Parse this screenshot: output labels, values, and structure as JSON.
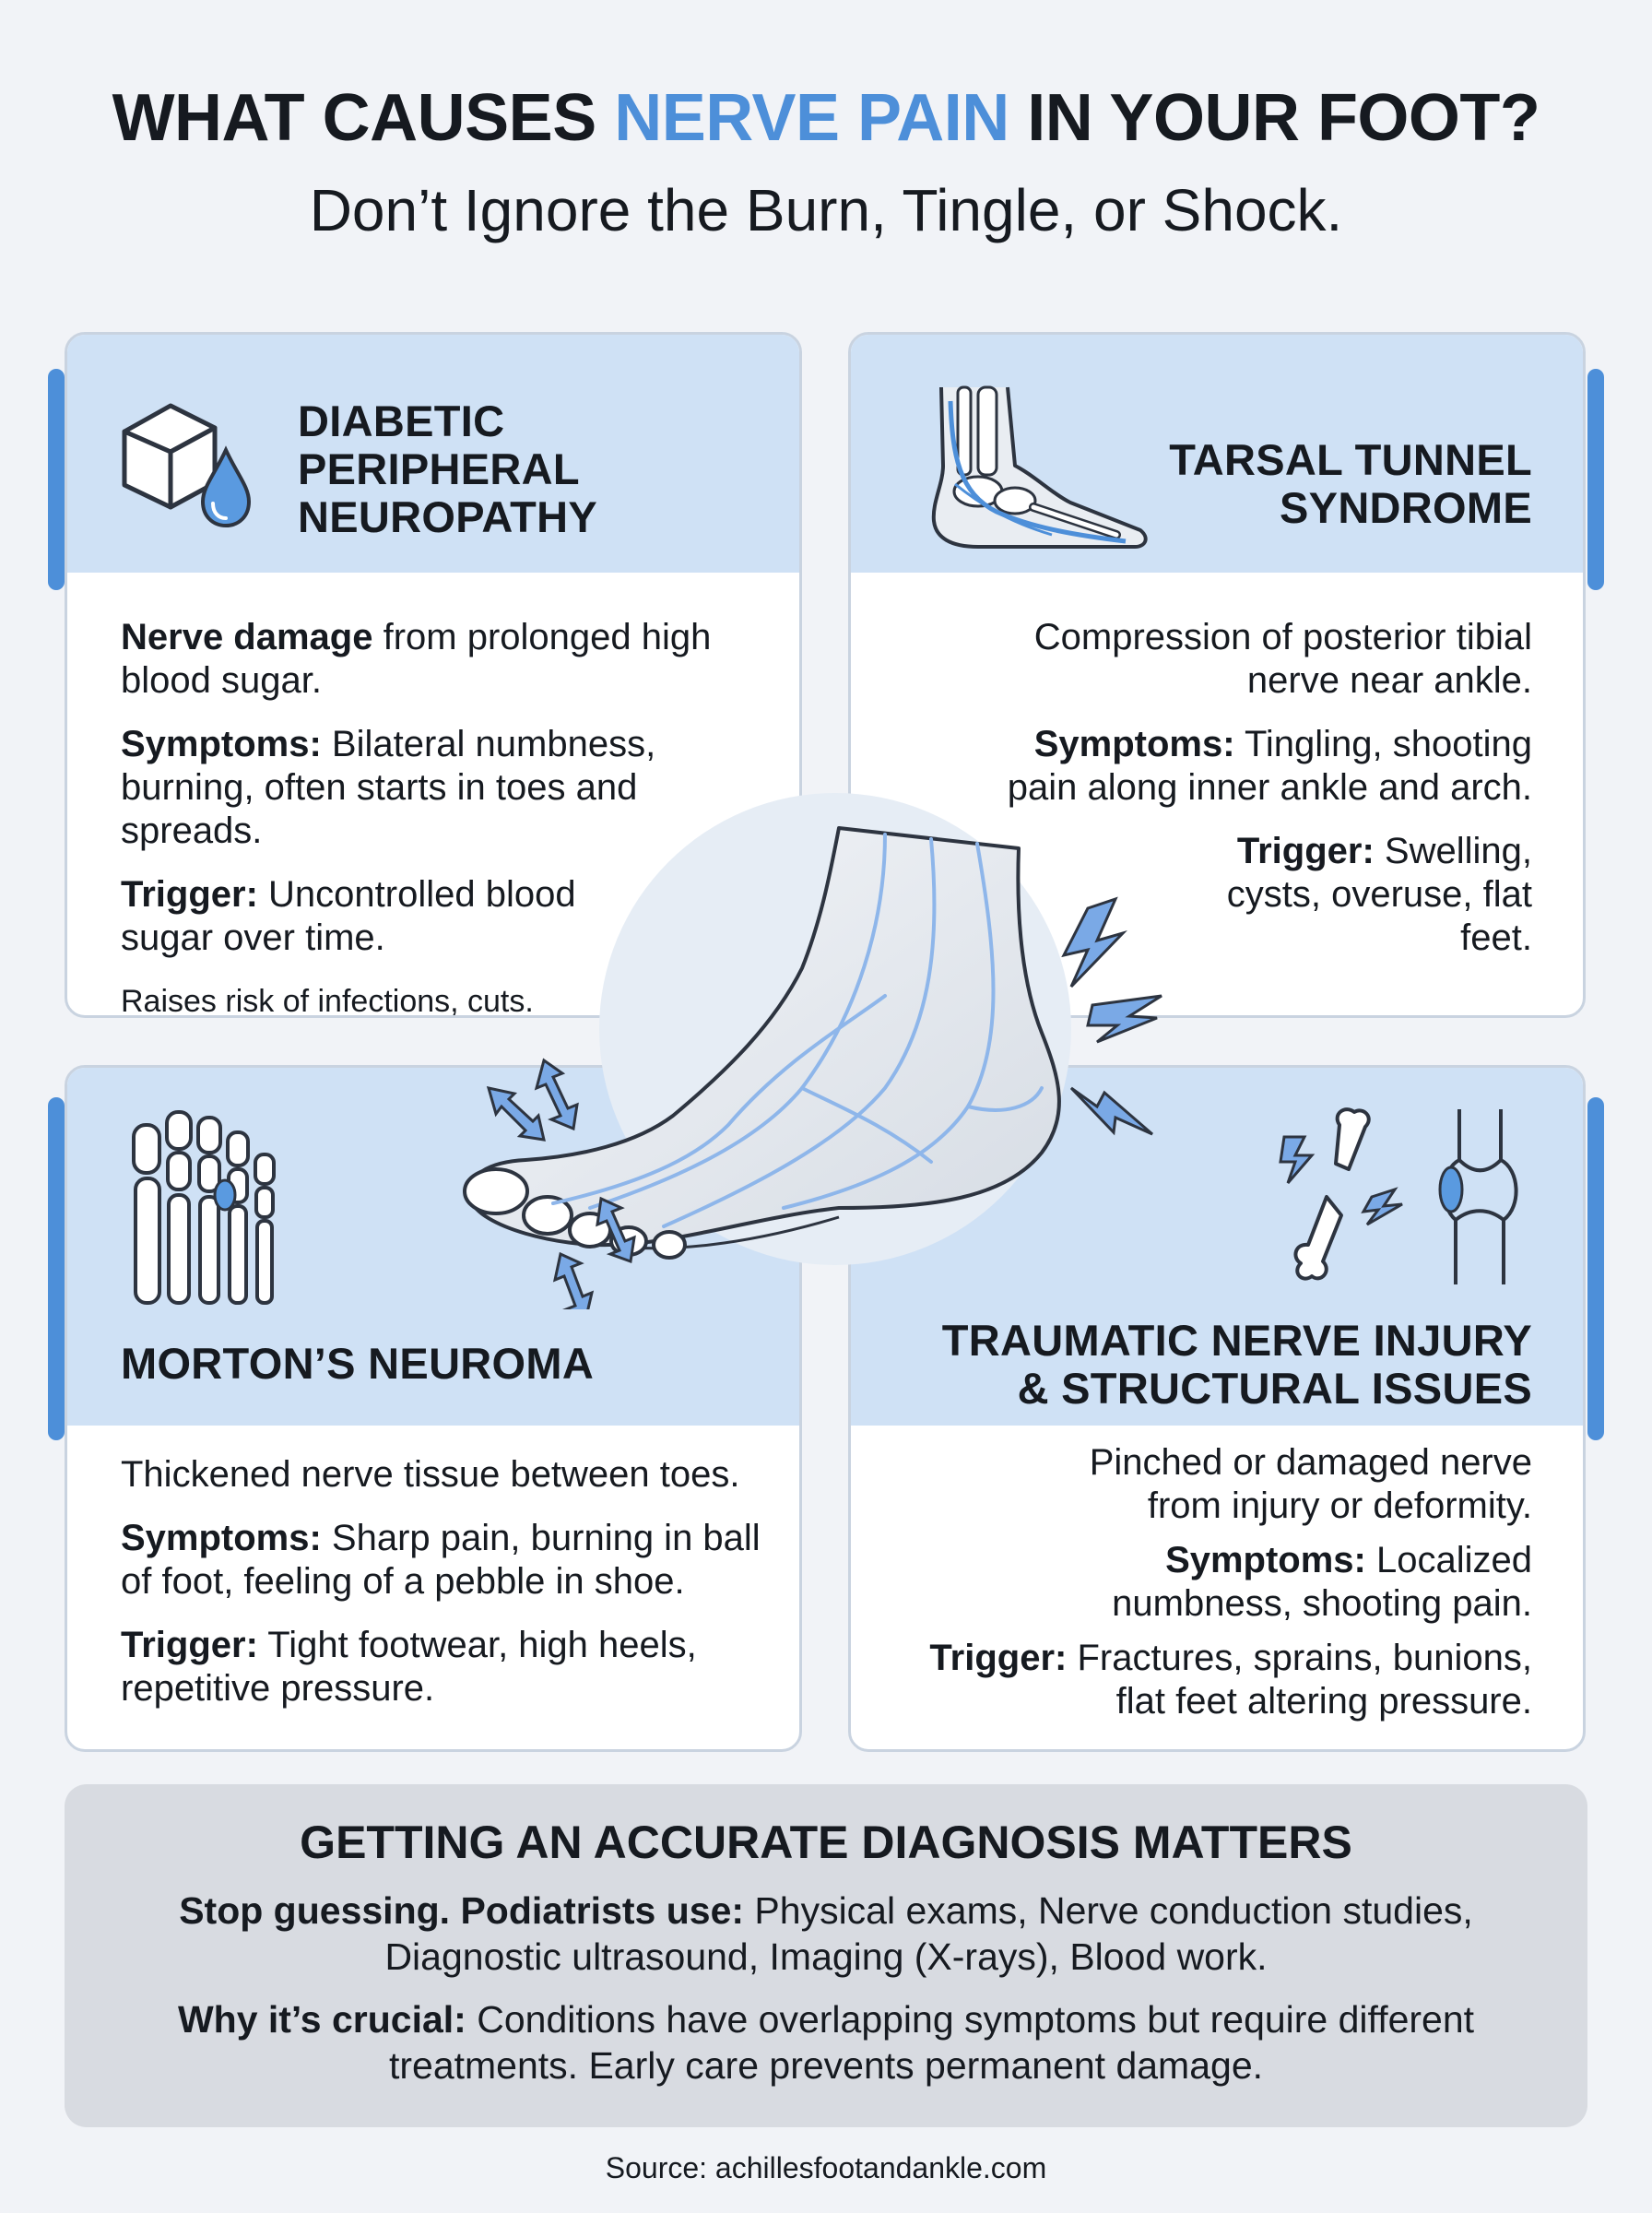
{
  "header": {
    "title_pre": "WHAT CAUSES",
    "title_accent": "NERVE PAIN",
    "title_post": "IN YOUR FOOT?",
    "subtitle": "Don’t Ignore the Burn, Tingle, or Shock."
  },
  "colors": {
    "accent": "#4d8fd9",
    "band": "#cfe1f5",
    "diagnosis_bg": "#d8dbe1"
  },
  "cards": {
    "diabetic": {
      "title": "DIABETIC\nPERIPHERAL\nNEUROPATHY",
      "icon": "sugar-cube-drop-icon",
      "lead_bold": "Nerve damage",
      "lead_text": " from prolonged high blood sugar.",
      "symptoms_label": "Symptoms:",
      "symptoms_text": " Bilateral numbness, burning, often starts in toes and spreads.",
      "trigger_label": "Trigger:",
      "trigger_text": " Uncontrolled blood sugar over time.",
      "note": "Raises risk of infections, cuts."
    },
    "tarsal": {
      "title": "TARSAL TUNNEL\nSYNDROME",
      "icon": "ankle-nerve-icon",
      "lead_text": "Compression of posterior tibial nerve near ankle.",
      "symptoms_label": "Symptoms:",
      "symptoms_text": " Tingling, shooting pain along inner ankle and arch.",
      "trigger_label": "Trigger:",
      "trigger_text": " Swelling, cysts, overuse, flat feet."
    },
    "morton": {
      "title": "MORTON’S NEUROMA",
      "icon": "toe-bones-icon",
      "lead_text": "Thickened nerve tissue between toes.",
      "symptoms_label": "Symptoms:",
      "symptoms_text": " Sharp pain, burning in ball of foot, feeling of a pebble in shoe.",
      "trigger_label": "Trigger:",
      "trigger_text": " Tight footwear, high heels, repetitive pressure."
    },
    "trauma": {
      "title": "TRAUMATIC NERVE INJURY\n& STRUCTURAL ISSUES",
      "icon": "broken-bone-joint-icon",
      "lead_text": "Pinched or damaged nerve from injury or deformity.",
      "symptoms_label": "Symptoms:",
      "symptoms_text": " Localized numbness, shooting pain.",
      "trigger_label": "Trigger:",
      "trigger_text": " Fractures, sprains, bunions, flat feet altering pressure."
    }
  },
  "diagnosis": {
    "title": "GETTING AN ACCURATE DIAGNOSIS MATTERS",
    "p1_bold": "Stop guessing. Podiatrists use:",
    "p1_text": " Physical exams, Nerve conduction studies, Diagnostic ultrasound, Imaging (X-rays), Blood work.",
    "p2_bold": "Why it’s crucial:",
    "p2_text": " Conditions have overlapping symptoms but require different treatments. Early care prevents permanent damage."
  },
  "source": "Source: achillesfootandankle.com"
}
